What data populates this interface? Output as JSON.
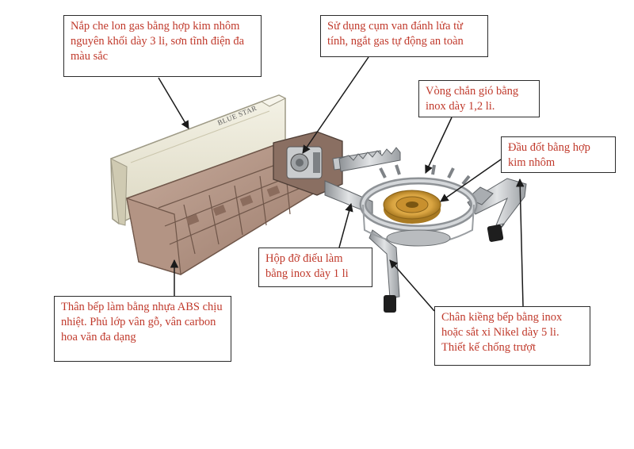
{
  "callouts": {
    "lid": "Nắp che lon gas bằng hợp kim nhôm nguyên khối dày 3 li, sơn tĩnh điện đa màu sắc",
    "valve": "Sử dụng cụm van đánh lửa từ tính, ngắt gas tự động an toàn",
    "windshield": "Vòng chắn gió bằng inox dày 1,2 li.",
    "burner": "Đầu đốt bằng hợp kim nhôm",
    "box": "Hộp đỡ điếu làm bằng inox dày 1 li",
    "body": "Thân bếp làm bằng nhựa ABS chịu nhiệt. Phủ lớp vân gỗ, vân carbon hoa văn đa dạng",
    "legs": "Chân kiềng bếp bằng inox hoặc sắt xi Nikel dày 5 li. Thiết kế chống trượt"
  },
  "product_label": "BLUE STAR",
  "colors": {
    "callout_text": "#c0392b",
    "callout_border": "#2b2b2b",
    "lid_cream": "#ece9d8",
    "body_wood": "#b8998a",
    "steel": "#b9bcbf",
    "brass": "#d9a441",
    "rubber": "#1e1e1e"
  }
}
